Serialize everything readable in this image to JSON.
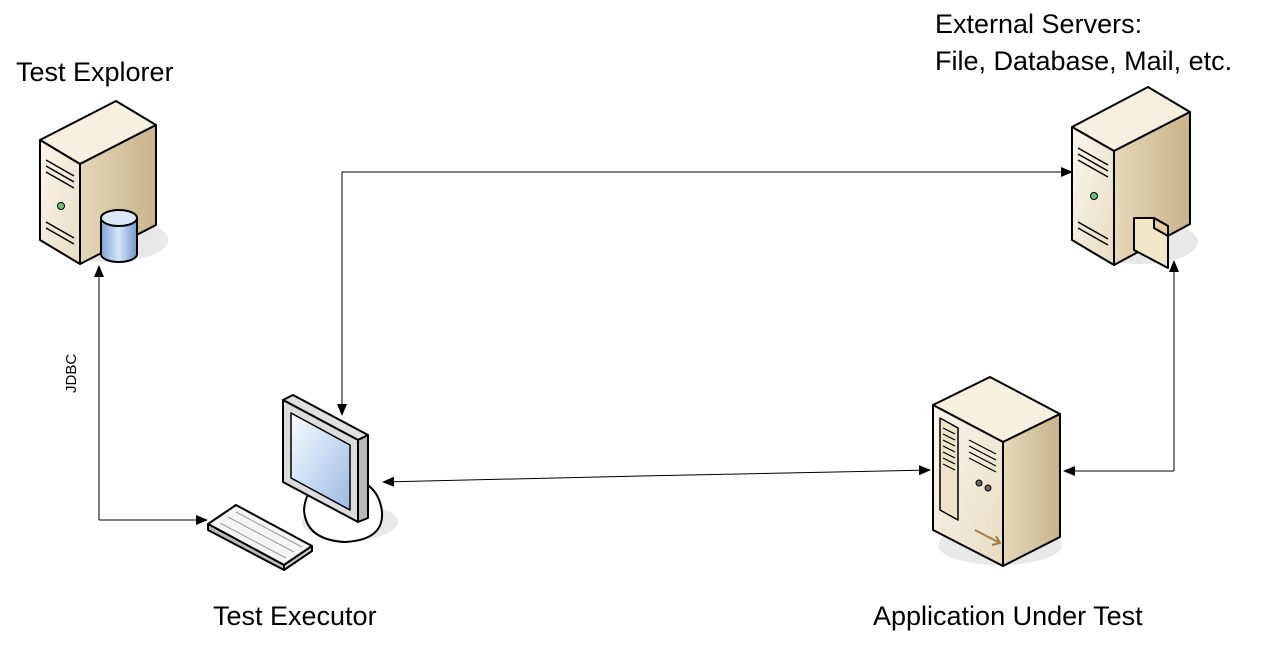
{
  "nodes": {
    "test_explorer": {
      "label": "Test Explorer"
    },
    "external_servers": {
      "label_line1": "External Servers:",
      "label_line2": "File, Database, Mail, etc."
    },
    "test_executor": {
      "label": "Test Executor"
    },
    "application_under_test": {
      "label": "Application Under Test"
    }
  },
  "edges": {
    "explorer_executor": {
      "label": "JDBC"
    }
  },
  "colors": {
    "server_light": "#f4ecd9",
    "server_mid": "#e2d3b2",
    "server_dark": "#c9b48a",
    "db_blue": "#a9c4e6",
    "screen_blue": "#bcd3ef",
    "line": "#000000"
  }
}
